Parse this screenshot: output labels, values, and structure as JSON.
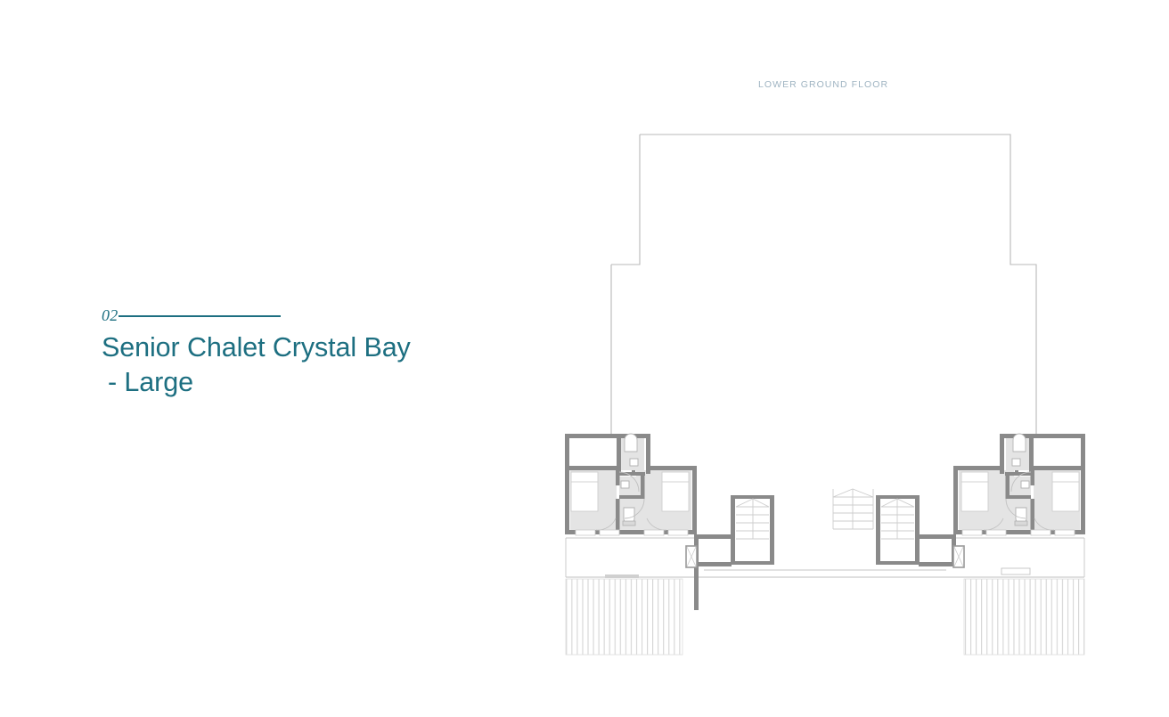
{
  "slide": {
    "background_color": "#ffffff",
    "accent_color": "#1d6f81",
    "label_color": "#9fb4c2",
    "wall_color": "#8a8a8a",
    "room_fill_color": "#e4e4e4",
    "outline_color": "#b9b9b9",
    "deck_color": "#d8d8d8"
  },
  "header": {
    "floor_label": "LOWER GROUND FLOOR"
  },
  "title": {
    "number": "02",
    "line1": "Senior Chalet Crystal Bay",
    "line2": " - Large"
  },
  "plan": {
    "name": "lower-ground-floor-plan",
    "description": "Architectural lower ground floor plan of a symmetrical chalet building with two mirrored bedroom wings, central stair core and two timber deck terraces.",
    "zones": [
      {
        "id": "upper-outline",
        "label": "building footprint outline above"
      },
      {
        "id": "left-wing",
        "label": "left bedroom wing"
      },
      {
        "id": "right-wing",
        "label": "right bedroom wing"
      },
      {
        "id": "central-core",
        "label": "central circulation and stair core"
      },
      {
        "id": "left-terrace",
        "label": "left timber deck terrace"
      },
      {
        "id": "right-terrace",
        "label": "right timber deck terrace"
      }
    ],
    "elements": [
      {
        "id": "stair-left",
        "label": "staircase left"
      },
      {
        "id": "stair-center",
        "label": "staircase center"
      },
      {
        "id": "stair-right",
        "label": "staircase right"
      },
      {
        "id": "bedroom-left-outer",
        "label": "bedroom with bed left outer"
      },
      {
        "id": "bedroom-left-inner",
        "label": "bedroom with bed left inner"
      },
      {
        "id": "bedroom-right-inner",
        "label": "bedroom with bed right inner"
      },
      {
        "id": "bedroom-right-outer",
        "label": "bedroom with bed right outer"
      },
      {
        "id": "bathroom-left",
        "label": "bathroom left with shower, basin and wc"
      },
      {
        "id": "bathroom-right",
        "label": "bathroom right with shower, basin and wc"
      }
    ]
  }
}
